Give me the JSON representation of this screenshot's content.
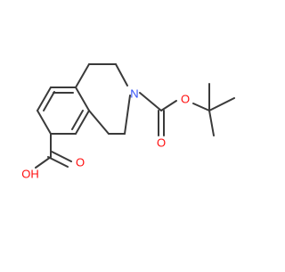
{
  "molecule": {
    "atom_labels": {
      "n_ring": "N",
      "o_ester_carbonyl": "O",
      "o_ester_ether": "O",
      "o_acid_carbonyl": "O",
      "o_acid_hydroxyl": "OH"
    },
    "colors": {
      "bond": "#3a3a3a",
      "nitrogen": "#3050f8",
      "oxygen": "#ff0d0d",
      "background": "#ffffff"
    }
  }
}
